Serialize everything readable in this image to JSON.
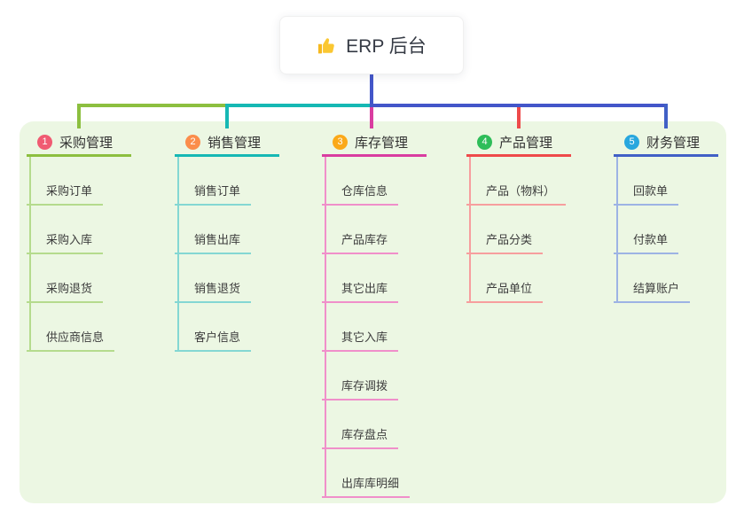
{
  "root": {
    "title": "ERP 后台",
    "icon": "thumbs-up-icon"
  },
  "connector_color": "#4356c9",
  "panel_color": "#ecf7e3",
  "branches": [
    {
      "num": "1",
      "label": "采购管理",
      "color": "#8cbf3f",
      "light": "#b5db8d",
      "circle": "#f05b72",
      "items": [
        "采购订单",
        "采购入库",
        "采购退货",
        "供应商信息"
      ]
    },
    {
      "num": "2",
      "label": "销售管理",
      "color": "#16b8b4",
      "light": "#84d7d3",
      "circle": "#fb8d4b",
      "items": [
        "销售订单",
        "销售出库",
        "销售退货",
        "客户信息"
      ]
    },
    {
      "num": "3",
      "label": "库存管理",
      "color": "#d93da0",
      "light": "#f08fca",
      "circle": "#fba919",
      "items": [
        "仓库信息",
        "产品库存",
        "其它出库",
        "其它入库",
        "库存调拨",
        "库存盘点",
        "出库库明细"
      ]
    },
    {
      "num": "4",
      "label": "产品管理",
      "color": "#ee4a4a",
      "light": "#f79e9e",
      "circle": "#2ebd59",
      "items": [
        "产品（物料）",
        "产品分类",
        "产品单位"
      ]
    },
    {
      "num": "5",
      "label": "财务管理",
      "color": "#4160c6",
      "light": "#9db3e4",
      "circle": "#28a7de",
      "items": [
        "回款单",
        "付款单",
        "结算账户"
      ]
    }
  ]
}
